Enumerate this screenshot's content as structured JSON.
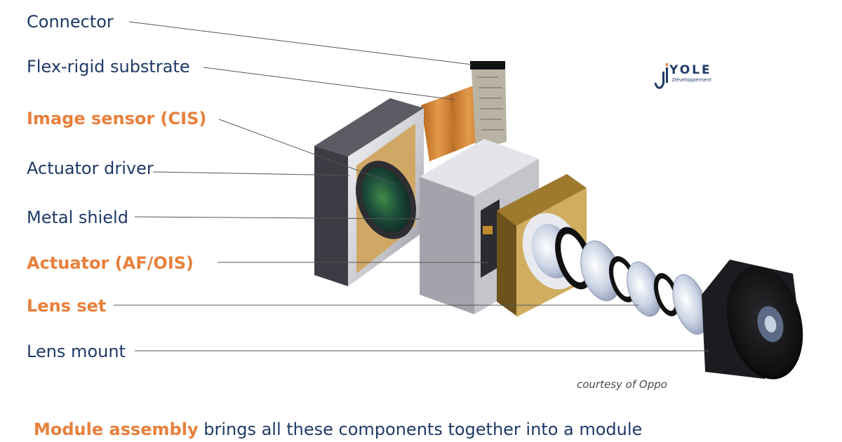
{
  "labels": {
    "connector": "Connector",
    "flex_rigid": "Flex-rigid substrate",
    "image_sensor": "Image sensor (CIS)",
    "actuator_driver": "Actuator driver",
    "metal_shield": "Metal shield",
    "actuator": "Actuator (AF/OIS)",
    "lens_set": "Lens set",
    "lens_mount": "Lens mount"
  },
  "logo": {
    "word": "YOLE",
    "sub": "Développement"
  },
  "credit": "courtesy of Oppo",
  "caption": {
    "highlight": "Module assembly",
    "rest": " brings all these components together into a module"
  },
  "colors": {
    "text_dark": "#1f3a68",
    "highlight": "#e8803c",
    "leader_line": "#555555"
  }
}
